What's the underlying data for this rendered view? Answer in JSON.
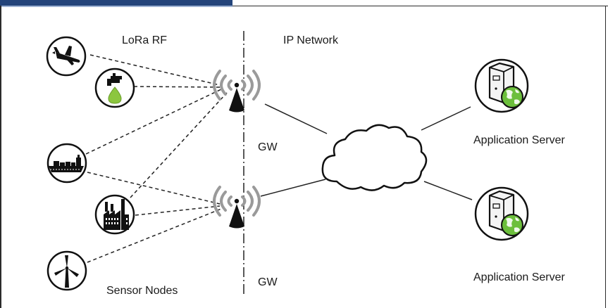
{
  "labels": {
    "lora_rf": "LoRa RF",
    "ip_network": "IP Network",
    "gateway_top": "GW",
    "gateway_bottom": "GW",
    "app_server_top": "Application Server",
    "app_server_bottom": "Application Server",
    "sensor_nodes": "Sensor Nodes"
  },
  "nodes": {
    "sensors": [
      "airplane-icon",
      "water-tap-icon",
      "cargo-ship-icon",
      "factory-icon",
      "wind-turbine-icon"
    ],
    "gateways": [
      "gateway-antenna-icon",
      "gateway-antenna-icon"
    ],
    "network": "cloud-icon",
    "servers": [
      "server-globe-icon",
      "server-globe-icon"
    ]
  },
  "colors": {
    "line": "#222222",
    "wave": "#9a9a9a",
    "drop": "#8cc63f",
    "globe": "#6cbf3c",
    "header_bar": "#24447a"
  }
}
